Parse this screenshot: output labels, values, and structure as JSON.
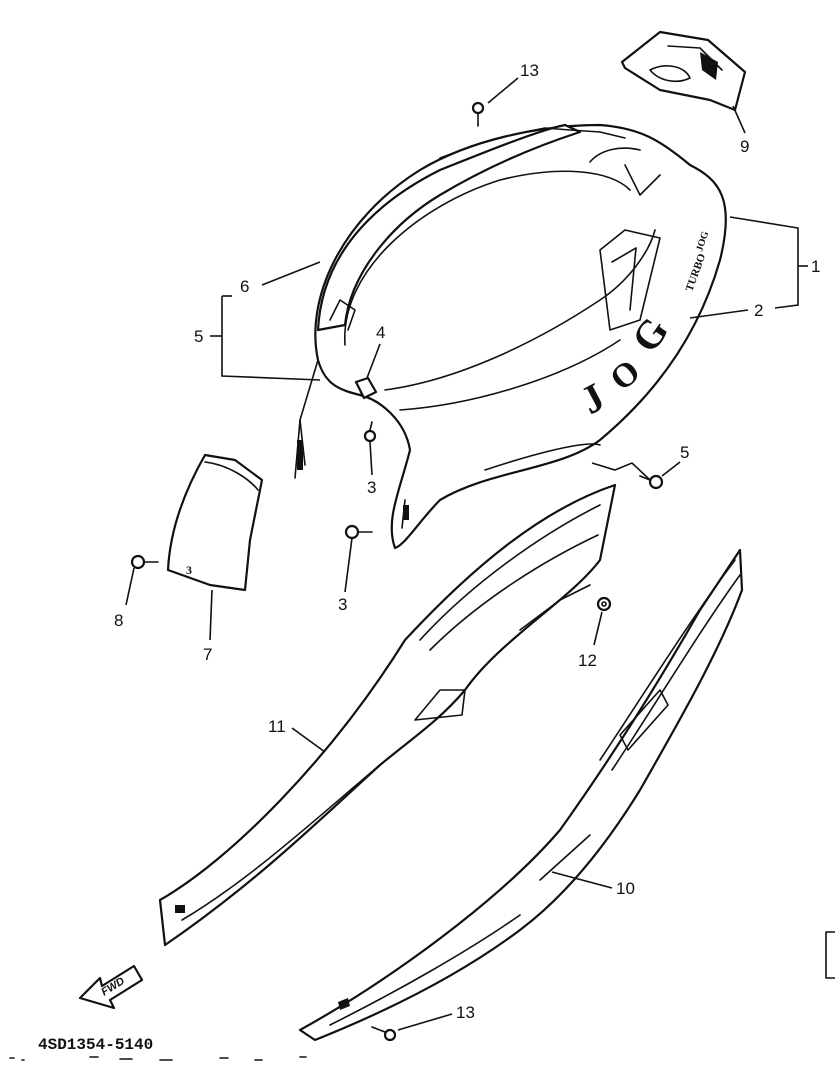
{
  "diagram": {
    "drawing_code": "4SD1354-5140",
    "fwd_label": "FWD",
    "callouts": {
      "n1": "1",
      "n2": "2",
      "n3a": "3",
      "n3b": "3",
      "n4": "4",
      "n5a": "5",
      "n5b": "5",
      "n6": "6",
      "n7": "7",
      "n8": "8",
      "n9": "9",
      "n10": "10",
      "n11": "11",
      "n12": "12",
      "n13a": "13",
      "n13b": "13"
    }
  }
}
